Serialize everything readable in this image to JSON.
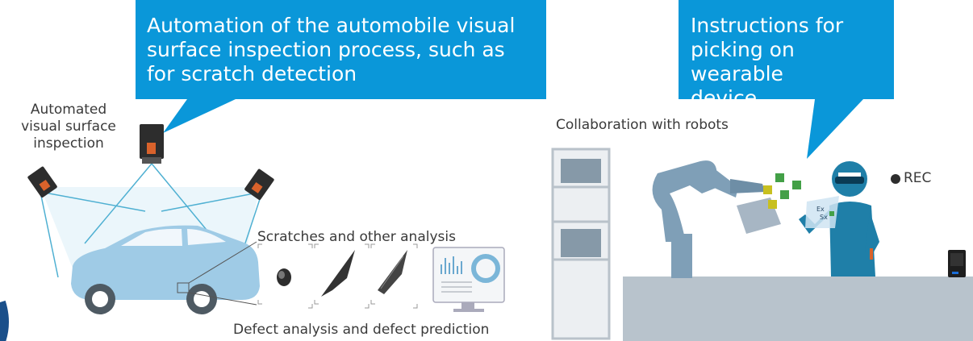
{
  "callout_left": {
    "lines": [
      "Automation of the automobile visual",
      "surface inspection process, such as",
      "for scratch detection"
    ]
  },
  "callout_right": {
    "lines": [
      "Instructions for",
      "picking on wearable",
      "device"
    ]
  },
  "labels": {
    "automated_inspection": [
      "Automated",
      "visual surface",
      "inspection"
    ],
    "scratches": "Scratches and other analysis",
    "defect": "Defect analysis and defect prediction",
    "collaboration": "Collaboration with robots",
    "rec": "REC"
  },
  "colors": {
    "callout_blue": "#0a97d9",
    "robot_blue": "#1f7fa8",
    "arm_blue": "#7f9fb7",
    "table_gray": "#b8c3cc",
    "car_blue": "#9fcbe6",
    "camera_dark": "#2d2d2d",
    "camera_orange": "#d9622b"
  }
}
